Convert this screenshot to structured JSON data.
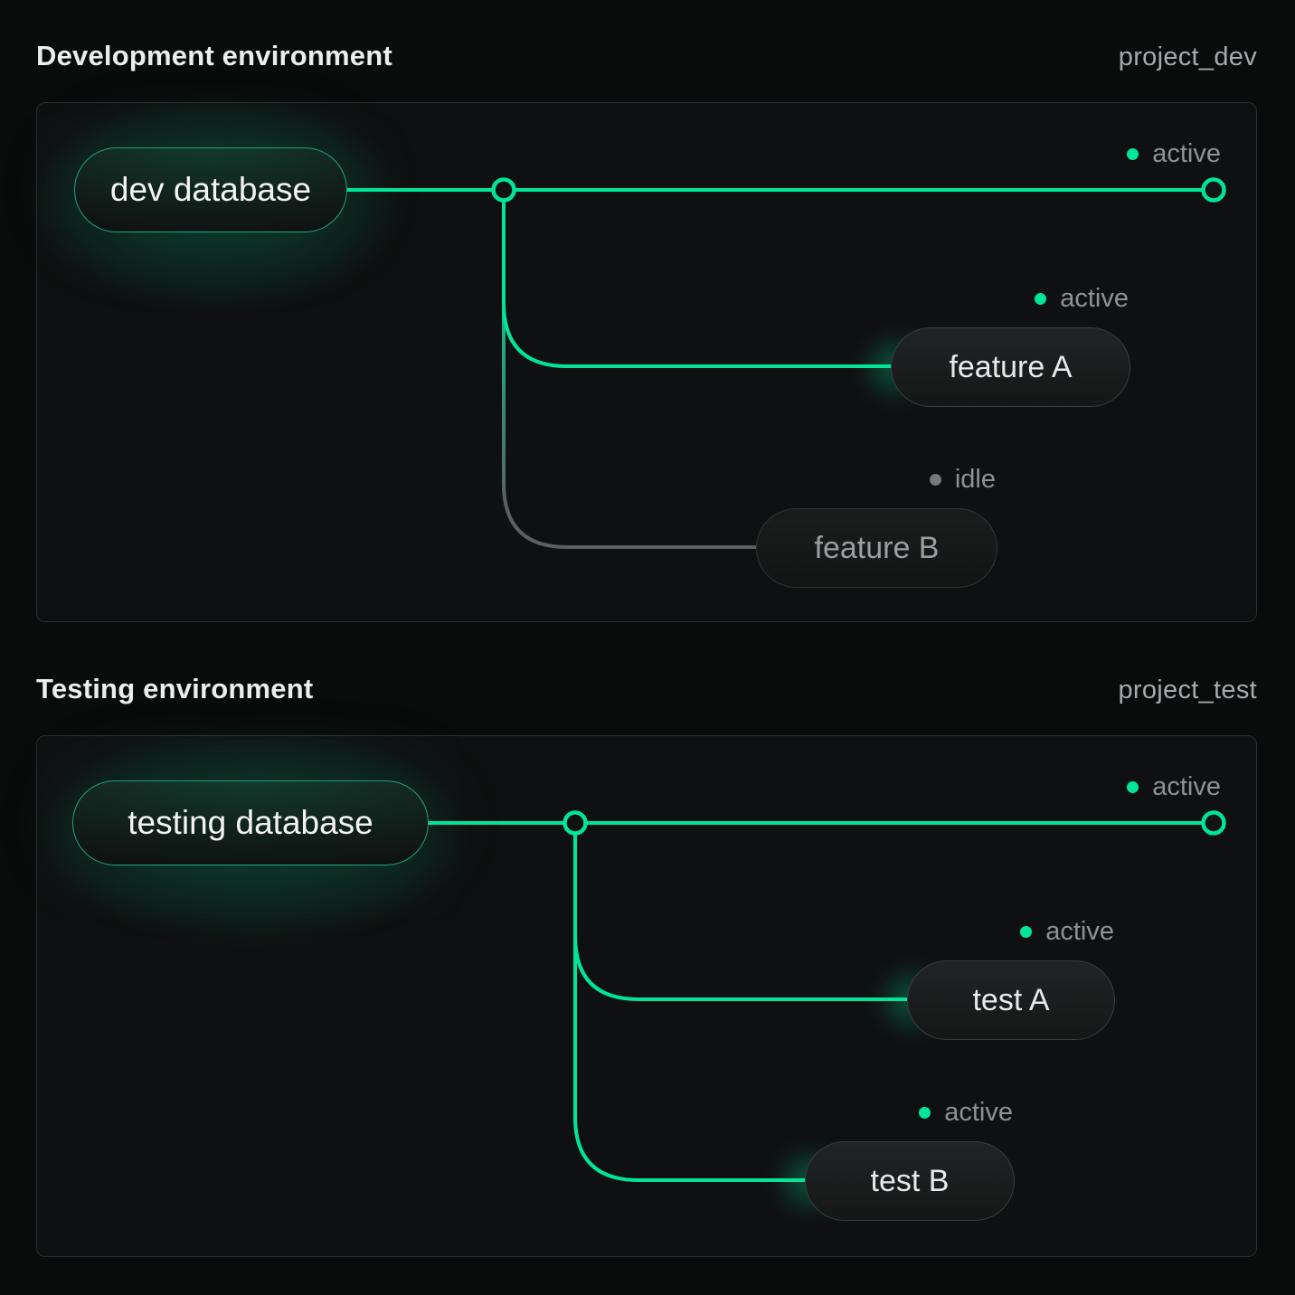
{
  "colors": {
    "accent_green": "#00e599",
    "idle_gray": "#5a5f60",
    "status_text": "#8d9295",
    "panel_border": "#2c2f31",
    "background": "#0a0b0b"
  },
  "sections": [
    {
      "title": "Development environment",
      "project": "project_dev",
      "database": {
        "label": "dev database"
      },
      "main_status": "active",
      "branches": [
        {
          "label": "feature A",
          "status": "active"
        },
        {
          "label": "feature B",
          "status": "idle"
        }
      ]
    },
    {
      "title": "Testing environment",
      "project": "project_test",
      "database": {
        "label": "testing database"
      },
      "main_status": "active",
      "branches": [
        {
          "label": "test A",
          "status": "active"
        },
        {
          "label": "test B",
          "status": "active"
        }
      ]
    }
  ]
}
